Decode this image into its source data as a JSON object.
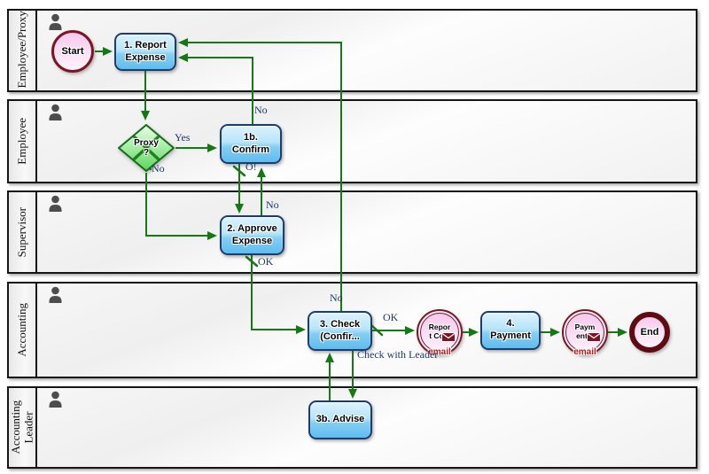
{
  "colors": {
    "flow_green": "#147814",
    "task_border": "#1c3c6e",
    "task_fill_top": "#dcf2fd",
    "task_fill_bottom": "#5ebdee",
    "gateway_border": "#166b16",
    "gateway_fill": "#8ee88e",
    "event_border_maroon": "#7a1624",
    "event_fill_pink": "#f6c9ec",
    "edge_label_text": "#1f3864",
    "email_red": "#c01515"
  },
  "lanes": [
    {
      "label": "Employee/Proxy"
    },
    {
      "label": "Employee"
    },
    {
      "label": "Supervisor"
    },
    {
      "label": "Accounting"
    },
    {
      "label": "Accounting Leader"
    }
  ],
  "nodes": {
    "start": {
      "label": "Start"
    },
    "task1": {
      "label": "1. Report\nExpense"
    },
    "gateway": {
      "label": "Proxy\n?"
    },
    "task1b": {
      "label": "1b.\nConfirm"
    },
    "task2": {
      "label": "2. Approve\nExpense"
    },
    "task3": {
      "label": "3. Check\n(Confir..."
    },
    "event_report": {
      "label": "Repor\nt Co...",
      "sub": "email"
    },
    "task4": {
      "label": "4.\nPayment"
    },
    "event_payment": {
      "label": "Paym\nent...",
      "sub": "email"
    },
    "end": {
      "label": "End"
    },
    "task3b": {
      "label": "3b. Advise"
    }
  },
  "edge_labels": {
    "yes": "Yes",
    "gateway_no": "No",
    "confirm_to_approve": "O!",
    "approve_to_confirm_no": "No",
    "confirm_to_report_no": "No",
    "approve_ok": "OK",
    "check_no": "No",
    "check_ok": "OK",
    "check_with_leader": "Check with Leader"
  }
}
